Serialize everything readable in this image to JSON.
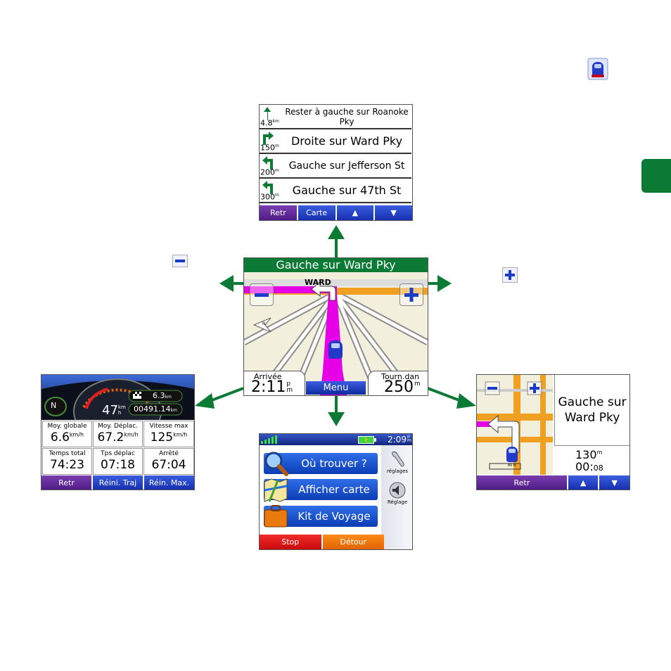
{
  "colors": {
    "green": "#0a7a34",
    "purple": "#5a2592",
    "blue": "#1a3cc8",
    "magenta": "#e600e6",
    "red": "#e01010",
    "orange": "#f07400"
  },
  "icons": {
    "car": "car-icon",
    "zoom_out": "minus-icon",
    "zoom_in": "plus-icon"
  },
  "turn_list": {
    "items": [
      {
        "dist": "4.8",
        "unit": "km",
        "text": "Rester à gauche sur Roanoke Pky",
        "icon": "keep-left-arrow-icon"
      },
      {
        "dist": "150",
        "unit": "m",
        "text": "Droite sur Ward Pky",
        "icon": "turn-right-arrow-icon"
      },
      {
        "dist": "200",
        "unit": "m",
        "text": "Gauche sur Jefferson St",
        "icon": "turn-left-arrow-icon"
      },
      {
        "dist": "300",
        "unit": "m",
        "text": "Gauche sur 47th St",
        "icon": "turn-left-arrow-icon"
      }
    ],
    "back_label": "Retr",
    "map_label": "Carte",
    "up_label": "▲",
    "down_label": "▼"
  },
  "map": {
    "banner": "Gauche sur Ward Pky",
    "street_label": "WARD",
    "arrival_label": "Arrivée",
    "arrival_time": "2:11",
    "arrival_ampm_top": "p",
    "arrival_ampm_bottom": "m",
    "menu_label": "Menu",
    "turn_label": "Tourn.dan",
    "turn_dist": "250",
    "turn_unit": "m",
    "north": "N"
  },
  "trip": {
    "gear": "N",
    "speed": "47",
    "speed_unit_top": "km",
    "speed_unit_bottom": "h",
    "trip_odo": "6.3",
    "trip_odo_unit": "km",
    "odometer": "00491.14",
    "odometer_unit": "km",
    "cells": [
      {
        "label": "Moy. globale",
        "value": "6.6",
        "unit": "km/h"
      },
      {
        "label": "Moy. Déplac.",
        "value": "67.2",
        "unit": "km/h"
      },
      {
        "label": "Vitesse max",
        "value": "125",
        "unit": "km/h"
      },
      {
        "label": "Temps total",
        "value": "74:23",
        "unit": ""
      },
      {
        "label": "Tps déplac",
        "value": "07:18",
        "unit": ""
      },
      {
        "label": "Arrêté",
        "value": "67:04",
        "unit": ""
      }
    ],
    "back_label": "Retr",
    "reset_trip_label": "Réini. Traj",
    "reset_max_label": "Réin. Max."
  },
  "main_menu": {
    "time": "2:09",
    "time_top": "p",
    "time_bottom": "m",
    "where_label": "Où trouver ?",
    "view_map_label": "Afficher carte",
    "travel_kit_label": "Kit de Voyage",
    "settings_label": "réglages",
    "volume_label": "Réglage",
    "stop_label": "Stop",
    "detour_label": "Détour"
  },
  "next_turn": {
    "instruction": "Gauche sur Ward Pky",
    "dist": "130",
    "dist_unit": "m",
    "time": "00:",
    "time_small": "08",
    "car_label": "80 ft",
    "back_label": "Retr",
    "up_label": "▲",
    "down_label": "▼"
  }
}
